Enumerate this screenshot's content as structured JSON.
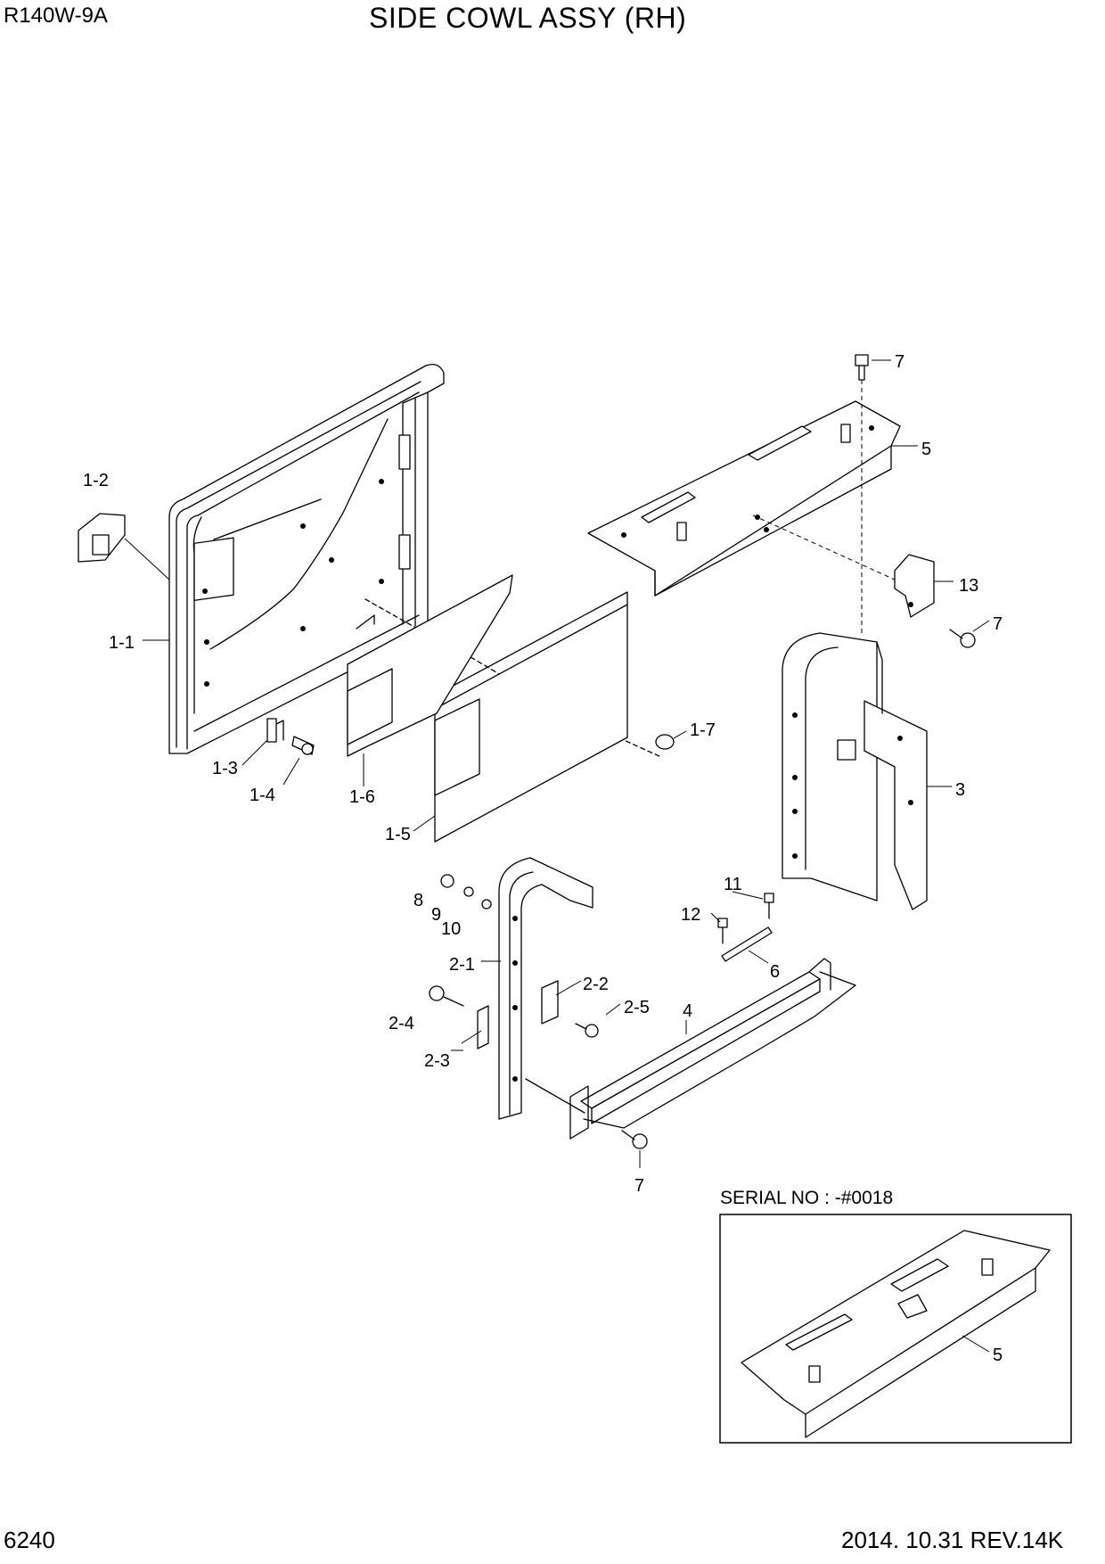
{
  "header": {
    "model": "R140W-9A",
    "title": "SIDE COWL ASSY (RH)"
  },
  "footer": {
    "page_number": "6240",
    "revision": "2014. 10.31  REV.14K"
  },
  "inset": {
    "serial_label": "SERIAL NO : -#0018"
  },
  "callouts": {
    "c1_1": "1-1",
    "c1_2": "1-2",
    "c1_3": "1-3",
    "c1_4": "1-4",
    "c1_5": "1-5",
    "c1_6": "1-6",
    "c1_7": "1-7",
    "c2_1": "2-1",
    "c2_2": "2-2",
    "c2_3": "2-3",
    "c2_4": "2-4",
    "c2_5": "2-5",
    "c3": "3",
    "c4": "4",
    "c5": "5",
    "c5_inset": "5",
    "c6": "6",
    "c7_top": "7",
    "c7_mid": "7",
    "c7_bottom": "7",
    "c8": "8",
    "c9": "9",
    "c10": "10",
    "c11": "11",
    "c12": "12",
    "c13": "13"
  }
}
